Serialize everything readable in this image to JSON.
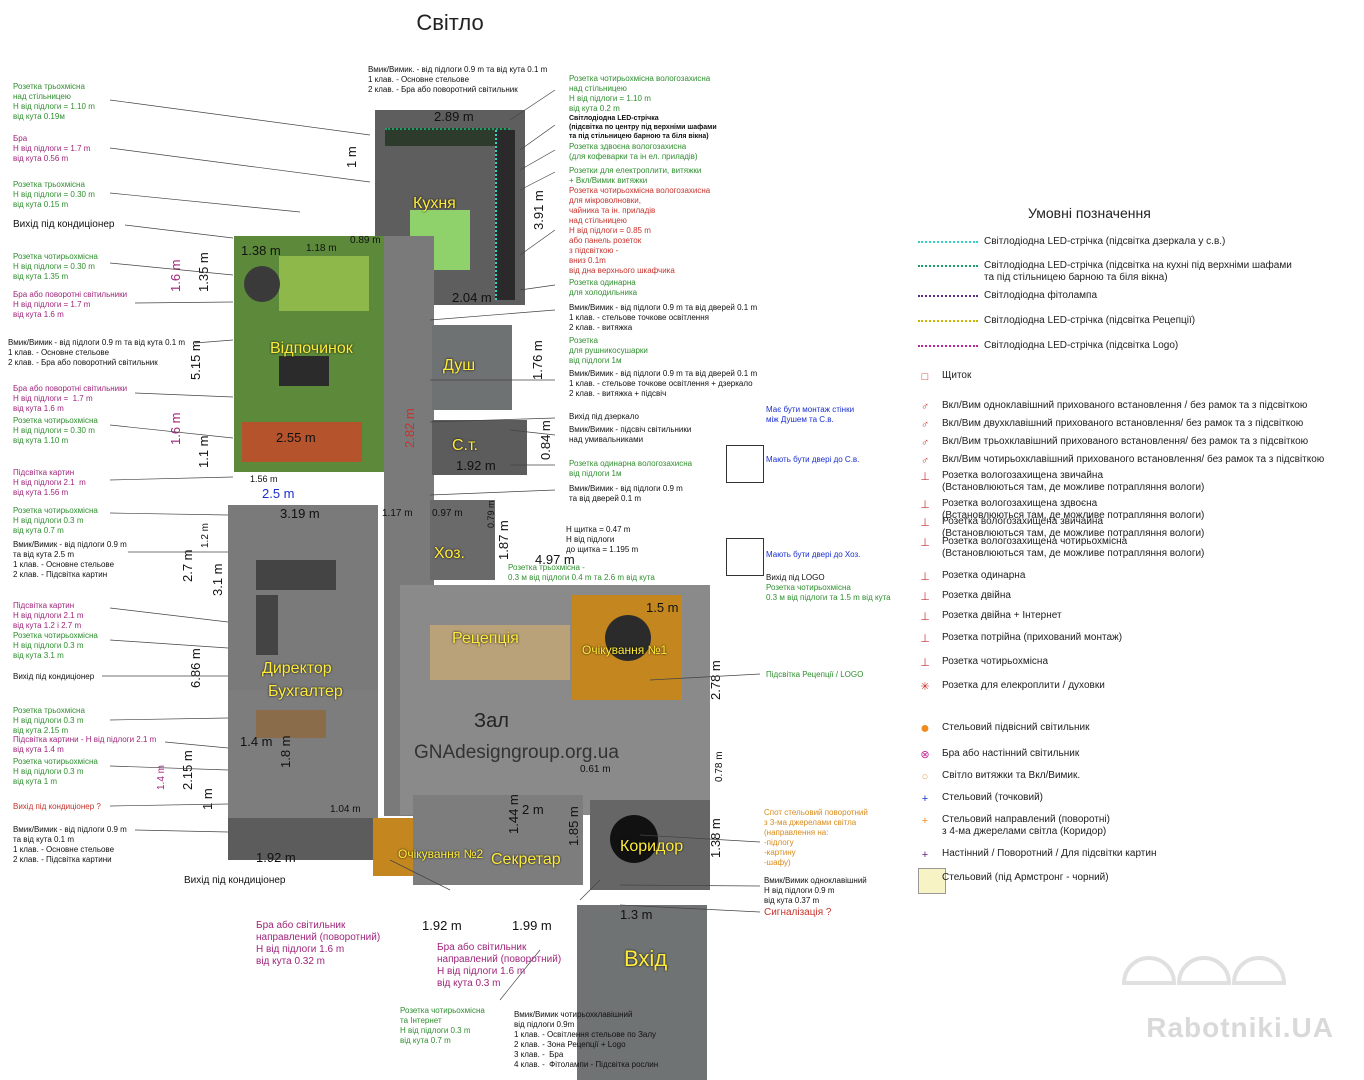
{
  "title": "Світло",
  "rooms": {
    "kitchen": "Кухня",
    "rest": "Відпочинок",
    "shower": "Душ",
    "wc": "С.т.",
    "storage": "Хоз.",
    "director": "Директор",
    "accountant": "Бухгалтер",
    "reception": "Рецепція",
    "waiting1": "Очікування №1",
    "hall": "Зал",
    "site": "GNAdesigngroup.org.ua",
    "waiting2": "Очікування №2",
    "secretary": "Секретар",
    "corridor": "Коридор",
    "entrance": "Вхід"
  },
  "dimensions": {
    "kitchen_w": "2.89 m",
    "kitchen_h": "3.91 m",
    "kitchen_1m": "1 m",
    "k_204": "2.04 m",
    "r_138": "1.38 m",
    "r_118": "1.18 m",
    "r_089": "0.89 m",
    "r_135": "1.35 m",
    "r_16a": "1.6 m",
    "r_515": "5.15 m",
    "r_16b": "1.6 m",
    "r_11": "1.1 m",
    "r_255": "2.55 m",
    "r_156": "1.56 m",
    "d_25": "2.5 m",
    "d_319": "3.19 m",
    "d_12": "1.2 m",
    "d_27": "2.7 m",
    "d_31": "3.1 m",
    "d_686": "6.86 m",
    "shower_176": "1.76 m",
    "wc_192": "1.92 m",
    "wc_084": "0.84 m",
    "wc_282": "2.82 m",
    "st_117": "1.17 m",
    "st_097": "0.97 m",
    "st_187": "1.87 m",
    "st_079": "0.79 m",
    "h_497": "4.97 m",
    "h_15": "1.5 m",
    "h_278": "2.78 m",
    "h_061": "0.61 m",
    "h_078": "0.78 m",
    "b_14": "1.4 m",
    "b_18": "1.8 m",
    "b_215": "2.15 m",
    "b_14v": "1.4 m",
    "b_1": "1 m",
    "b_192": "1.92 m",
    "b_104": "1.04 m",
    "s_2": "2 m",
    "s_144": "1.44 m",
    "s_185": "1.85 m",
    "s_192": "1.92 m",
    "s_199": "1.99 m",
    "c_138": "1.38 m",
    "c_13": "1.3 m"
  },
  "left_notes": [
    {
      "text": "Розетка трьохмісна\nнад стільницею\nН від підлоги = 1.10 m\nвід кута 0.19м",
      "color": "green"
    },
    {
      "text": "Бра\nН від підлоги = 1.7 m\nвід кута 0.56 m",
      "color": "mag"
    },
    {
      "text": "Розетка трьохмісна\nН від підлоги = 0.30 m\nвід кута 0.15 m",
      "color": "green"
    },
    {
      "text": "Вихід під кондиціонер",
      "color": "black"
    },
    {
      "text": "Розетка чотирьохмісна\nН від підлоги = 0.30 m\nвід кута 1.35 m",
      "color": "green"
    },
    {
      "text": "Бра або поворотні світильники\nН від підлоги = 1.7 m\nвід кута 1.6 m",
      "color": "mag"
    },
    {
      "text": "Вмик/Вимик - від підлоги 0.9 m та від кута 0.1 m\n1 клав. - Основне стельове\n2 клав. - Бра або поворотний світильник",
      "color": "black"
    },
    {
      "text": "Бра або поворотні світильники\nН від підлоги =  1.7 m\nвід кута 1.6 m",
      "color": "mag"
    },
    {
      "text": "Розетка чотирьохмісна\nН від підлоги = 0.30 m\nвід кута 1.10 m",
      "color": "green"
    },
    {
      "text": "Підсвітка картин\nН від підлоги 2.1  m\nвід кута 1.56 m",
      "color": "mag"
    },
    {
      "text": "Розетка чотирьохмісна\nН від підлоги 0.3 m\nвід кута 0.7 m",
      "color": "green"
    },
    {
      "text": "Вмик/Вимик - від підлоги 0.9 m\nта від кута 2.5 m\n1 клав. - Основне стельове\n2 клав. - Підсвітка картин",
      "color": "black"
    },
    {
      "text": "Підсвітка картин\nН від підлоги 2.1 m\nвід кута 1.2 і 2.7 m",
      "color": "mag"
    },
    {
      "text": "Розетка чотирьохмісна\nН від підлоги 0.3 m\nвід кута 3.1 m",
      "color": "green"
    },
    {
      "text": "Вихід під кондиціонер",
      "color": "black"
    },
    {
      "text": "Розетка трьохмісна\nН від підлоги 0.3 m\nвід кута 2.15 m",
      "color": "green"
    },
    {
      "text": "Підсвітка картини - Н від підлоги 2.1 m\nвід кута 1.4 m",
      "color": "mag"
    },
    {
      "text": "Розетка чотирьохмісна\nН від підлоги 0.3 m\nвід кута 1 m",
      "color": "green"
    },
    {
      "text": "Вихід під кондиціонер ?",
      "color": "red"
    },
    {
      "text": "Вмик/Вимик - від підлоги 0.9 m\nта від кута 0.1 m\n1 клав. - Основне стельове\n2 клав. - Підсвітка картини",
      "color": "black"
    }
  ],
  "center_notes": {
    "top_switch": "Вмик/Вимик. - від підлоги 0.9 m та від кута 0.1 m\n1 клав. - Основне стельове\n2 клав. - Бра або поворотний світильник",
    "k1": "Розетка чотирьохмісна вологозахисна\nнад стільницею\nН від підлоги = 1.10 m\nвід кута 0.2 m",
    "k2": "Світлодіодна LED-стрічка\n(підсвітка по центру під верхніми шафами\nта під стільницею барною та біля вікна)",
    "k3": "Розетка здвоєна вологозахисна\n(для кофеварки та ін ел. приладів)",
    "k4": "Розетки для електроплити, витяжки\n+ Вкл/Вимик витяжки",
    "k5": "Розетка чотирьохмісна вологозахисна\nдля мікроволновки,\nчайника та ін. приладів\nнад стільницею\nН від підлоги = 0.85 m\nабо панель розеток\nз підсвіткою -\nвниз 0.1m\nвід дна верхнього шкафчика",
    "k6": "Розетка одинарна\nдля холодильника",
    "s1": "Вмик/Вимик - від підлоги 0.9 m та від дверей 0.1 m\n1 клав. - стельове точкове освітлення\n2 клав. - витяжка",
    "s2": "Розетка\nдля рушникосушарки\nвід підлоги 1м",
    "s3": "Вмик/Вимик - від підлоги 0.9 m та від дверей 0.1 m\n1 клав. - стельове точкове освітлення + дзеркало\n2 клав. - витяжка + підсвіч",
    "s4": "Вихід під дзеркало",
    "s5": "Має бути монтаж стінки\nміж Душем та С.в.",
    "s6": "Вмик/Вимик - підсвіч світильники\nнад умивальниками",
    "s7": "Розетка одинарна вологозахисна\nвід підлоги 1м",
    "s8": "Мають бути двері до С.в.",
    "s9": "Вмик/Вимик - від підлоги 0.9 m\nта від дверей 0.1 m",
    "s10": "Н щитка = 0.47 m\nН від підлоги\nдо щитка = 1.195 m",
    "s11": "Мають бути двері до Хоз.",
    "s12": "Розетка трьохмісна -\n0.3 м від підлоги 0.4 m та 2.6 m від кута",
    "s13": "Вихід під LOGO",
    "s14": "Розетка чотирьохмісна\n0.3 м від підлоги та 1.5 m від кута",
    "s15": "Підсвітка Рецепції / LOGO",
    "s16": "Спот стельовий поворотний\nз 3-ма джерелами світла\n(направлення на:\n-підлогу\n-картину\n-шафу)",
    "s17": "Вмик/Вимик одноклавішний\nН від підлоги 0.9 m\nвід кута 0.37 m",
    "s18": "Сигналізація ?",
    "b1": "Вихід під кондиціонер",
    "b2": "Бра або світильник\nнаправлений (поворотний)\nН від підлоги 1.6 m\nвід кута 0.32 m",
    "b3": "Бра або світильник\nнаправлений (поворотний)\nН від підлоги 1.6 m\nвід кута 0.3 m",
    "b4": "Розетка чотирьохмісна\nта Інтернет\nН від підлоги 0.3 m\nвід кута 0.7 m",
    "b5": "Вмик/Вимик чотирьохклавішний\nвід підлоги 0.9m\n1 клав. - Освітлення стельове по Залу\n2 клав. - Зона Рецепції + Logo\n3 клав. -  Бра\n4 клав. -  Фітолампи - Підсвітка рослин"
  },
  "legend": {
    "title": "Умовні позначення",
    "lines": [
      {
        "label": "Світлодіодна LED-стрічка (підсвітка дзеркала у с.в.)",
        "color": "#36d1c4"
      },
      {
        "label": "Світлодіодна LED-стрічка (підсвітка на кухні під верхніми шафами\nта під стільницею барною та біля вікна)",
        "color": "#1a9e6a"
      },
      {
        "label": "Світлодіодна фітолампа",
        "color": "#5b2a8c"
      },
      {
        "label": "Світлодіодна LED-стрічка (підсвітка Рецепції)",
        "color": "#c9b400"
      },
      {
        "label": "Світлодіодна LED-стрічка (підсвітка Logo)",
        "color": "#c0269c"
      }
    ],
    "items": [
      {
        "icon": "panel-icon",
        "glyph": "□",
        "color": "#c8332c",
        "label": "Щиток"
      },
      {
        "icon": "switch-1-icon",
        "glyph": "♂",
        "color": "#c8332c",
        "label": "Вкл/Вим одноклавішний прихованого встановлення / без рамок та з підсвіткою"
      },
      {
        "icon": "switch-2-icon",
        "glyph": "♂",
        "color": "#c8332c",
        "label": "Вкл/Вим двухклавішний прихованого встановлення/ без рамок та з підсвіткою"
      },
      {
        "icon": "switch-3-icon",
        "glyph": "♂",
        "color": "#c8332c",
        "label": "Вкл/Вим трьохклавішний прихованого встановлення/ без рамок та з підсвіткою"
      },
      {
        "icon": "switch-4-icon",
        "glyph": "♂",
        "color": "#c8332c",
        "label": "Вкл/Вим чотирьохклавішний прихованого встановлення/ без рамок та з підсвіткою"
      },
      {
        "icon": "socket-wet-single-icon",
        "glyph": "⊥",
        "color": "#c8332c",
        "label": "Розетка вологозахищена звичайна\n(Встановлюються там, де можливе потрапляння вологи)"
      },
      {
        "icon": "socket-wet-double-icon",
        "glyph": "⊥",
        "color": "#c8332c",
        "label": "Розетка вологозахищена здвоєна\n(Встановлюються там, де можливе потрапляння вологи)"
      },
      {
        "icon": "socket-wet-single2-icon",
        "glyph": "⊥",
        "color": "#c8332c",
        "label": "Розетка вологозахищена звичайна\n(Встановлюються там, де можливе потрапляння вологи)"
      },
      {
        "icon": "socket-wet-quad-icon",
        "glyph": "⊥",
        "color": "#c8332c",
        "label": "Розетка вологозахищена чотирьохмісна\n(Встановлюються там, де можливе потрапляння вологи)"
      },
      {
        "icon": "socket-single-icon",
        "glyph": "⊥",
        "color": "#c8332c",
        "label": "Розетка одинарна"
      },
      {
        "icon": "socket-double-icon",
        "glyph": "⊥",
        "color": "#c8332c",
        "label": "Розетка двійна"
      },
      {
        "icon": "socket-double-internet-icon",
        "glyph": "⊥",
        "color": "#c8332c",
        "label": "Розетка двійна + Інтернет"
      },
      {
        "icon": "socket-triple-icon",
        "glyph": "⊥",
        "color": "#c8332c",
        "label": "Розетка потрійна (прихований монтаж)"
      },
      {
        "icon": "socket-quad-icon",
        "glyph": "⊥",
        "color": "#c8332c",
        "label": "Розетка чотирьохмісна"
      },
      {
        "icon": "socket-stove-icon",
        "glyph": "✳",
        "color": "#c8332c",
        "label": "Розетка для елекроплити / духовки"
      },
      {
        "icon": "pendant-light-icon",
        "glyph": "●",
        "color": "#f08a1a",
        "label": "Стельовий підвісний світильник"
      },
      {
        "icon": "wall-light-icon",
        "glyph": "⊗",
        "color": "#c0269c",
        "label": "Бра або настінний світильник"
      },
      {
        "icon": "hood-light-icon",
        "glyph": "○",
        "color": "#e0a050",
        "label": "Світло витяжки та Вкл/Вимик."
      },
      {
        "icon": "spot-light-icon",
        "glyph": "+",
        "color": "#1a2fd0",
        "label": "Стельовий (точковий)"
      },
      {
        "icon": "directional-light-icon",
        "glyph": "+",
        "color": "#f08a1a",
        "label": "Стельовий направлений (поворотні)\nз 4-ма джерелами світла (Коридор)"
      },
      {
        "icon": "wall-picture-light-icon",
        "glyph": "+",
        "color": "#6a1a8c",
        "label": "Настінний / Поворотний / Для підсвітки картин"
      },
      {
        "icon": "armstrong-ceiling-icon",
        "glyph": "",
        "color": "#f7f3c4",
        "label": "Стельовий (під Армстронг - чорний)"
      }
    ]
  },
  "watermark": "Rabotniki.UA"
}
